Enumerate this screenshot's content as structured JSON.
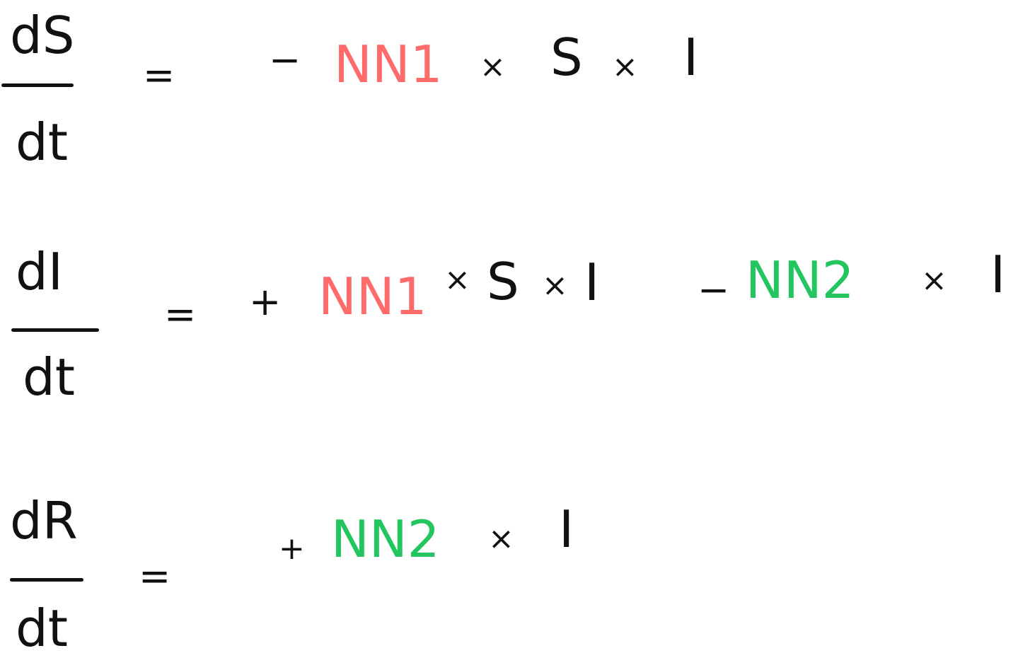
{
  "colors": {
    "ink": "#111111",
    "nn1": "#ff6b6b",
    "nn2": "#22c55e",
    "background": "#ffffff"
  },
  "equations": [
    {
      "lhs": {
        "numerator": "dS",
        "denominator": "dt"
      },
      "equals": "=",
      "terms": [
        {
          "sign": "−",
          "network": "NN1",
          "factors": [
            "×",
            "S",
            "×",
            "I"
          ]
        }
      ]
    },
    {
      "lhs": {
        "numerator": "dI",
        "denominator": "dt"
      },
      "equals": "=",
      "terms": [
        {
          "sign": "+",
          "network": "NN1",
          "factors": [
            "×",
            "S",
            "×",
            "I"
          ]
        },
        {
          "sign": "−",
          "network": "NN2",
          "factors": [
            "×",
            "I"
          ]
        }
      ]
    },
    {
      "lhs": {
        "numerator": "dR",
        "denominator": "dt"
      },
      "equals": "=",
      "terms": [
        {
          "sign": "+",
          "network": "NN2",
          "factors": [
            "×",
            "I"
          ]
        }
      ]
    }
  ]
}
